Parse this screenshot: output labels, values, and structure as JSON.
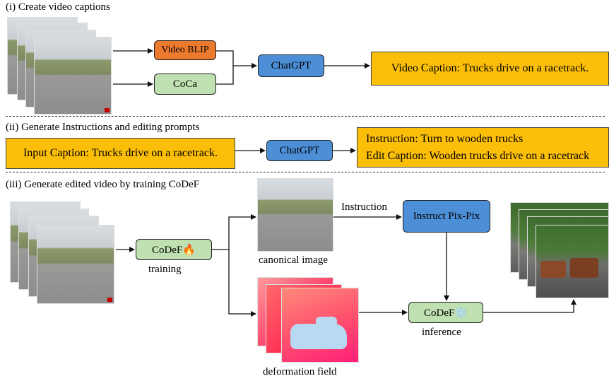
{
  "sections": [
    {
      "title": "(i) Create video captions"
    },
    {
      "title": "(ii) Generate Instructions and editing prompts"
    },
    {
      "title": "(iii) Generate edited video by training CoDeF"
    }
  ],
  "nodes": {
    "video_blip": "Video BLIP",
    "coca": "CoCa",
    "chatgpt_1": "ChatGPT",
    "video_caption": "Video Caption:  Trucks drive on a racetrack.",
    "input_caption": "Input Caption: Trucks drive on a racetrack.",
    "chatgpt_2": "ChatGPT",
    "instruction_line": "Instruction: Turn to wooden trucks",
    "edit_caption_line": "Edit Caption: Wooden trucks drive on a racetrack",
    "codef_train": "CoDeF🔥",
    "codef_infer": "CoDeF❄️",
    "instruct_pix2pix": "Instruct Pix-Pix"
  },
  "labels": {
    "training": "training",
    "canonical_image": "canonical image",
    "instruction_edge": "Instruction",
    "deformation_field": "deformation field",
    "inference": "inference"
  },
  "colors": {
    "orange": "#ec7a2e",
    "green": "#bfe0b0",
    "blue": "#4d8fd6",
    "gold": "#fbbe09"
  }
}
